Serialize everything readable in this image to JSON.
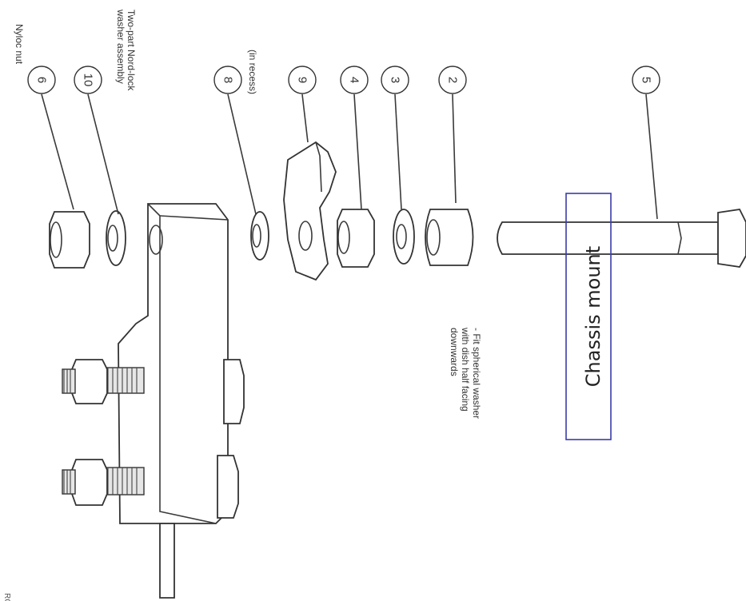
{
  "callouts": [
    {
      "id": "nyloc-nut",
      "number": "6"
    },
    {
      "id": "nordlock-washer",
      "number": "10"
    },
    {
      "id": "recess-washer",
      "number": "8"
    },
    {
      "id": "arm-link",
      "number": "9"
    },
    {
      "id": "hex-nut",
      "number": "4"
    },
    {
      "id": "flat-washer",
      "number": "3"
    },
    {
      "id": "spherical-washer",
      "number": "2"
    },
    {
      "id": "bolt",
      "number": "5"
    }
  ],
  "notes": {
    "nyloc": "Nyloc nut",
    "nordlock_line1": "Two-part Nord-lock",
    "nordlock_line2": "washer assembly",
    "recess": "(in recess)",
    "spherical_line1": "- Fit spherical washer",
    "spherical_line2": "with dish half facing",
    "spherical_line3": "downwards"
  },
  "label_box": {
    "text": "Chassis mount",
    "border_color": "#3b3ba8"
  },
  "corner_mark": "RC",
  "colors": {
    "line": "#333333",
    "background": "#ffffff"
  }
}
